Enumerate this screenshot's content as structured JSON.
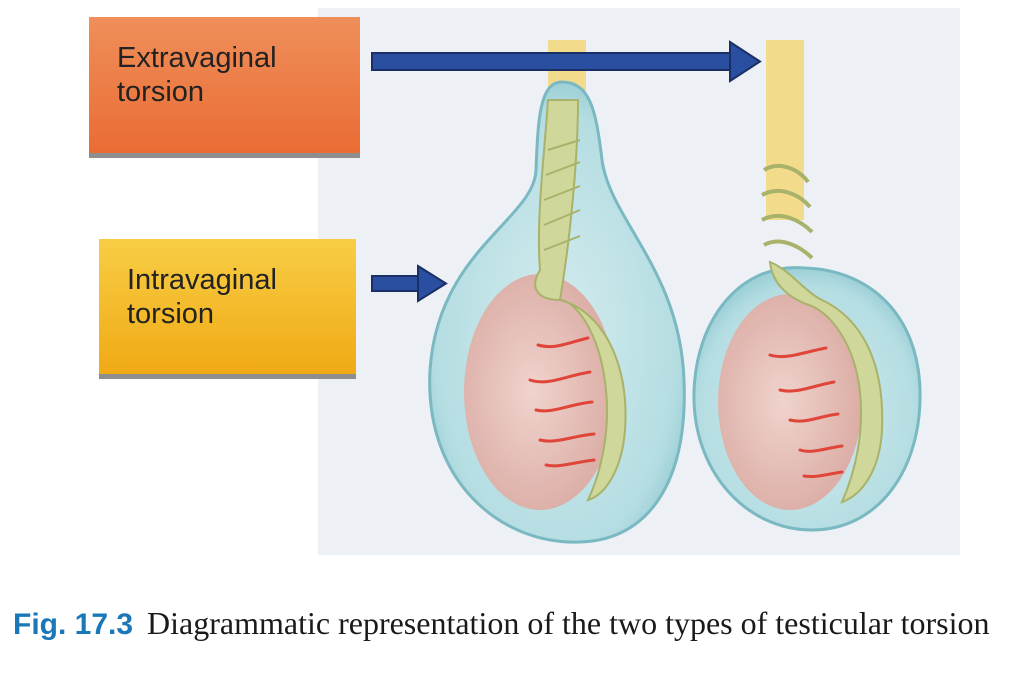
{
  "labels": {
    "extravaginal": [
      "Extravaginal",
      "torsion"
    ],
    "intravaginal": [
      "Intravaginal",
      "torsion"
    ]
  },
  "caption": {
    "figure_number": "Fig. 17.3",
    "text": "Diagrammatic representation of the two types of testicular torsion"
  },
  "colors": {
    "arrow": "#2a4fa0",
    "tunica": "#a9d6dc",
    "spermatic_cord": "#f2dc8c",
    "epididymis": "#cfd79a",
    "testis": "#e8c2bb",
    "vessels": "#e0453a"
  }
}
